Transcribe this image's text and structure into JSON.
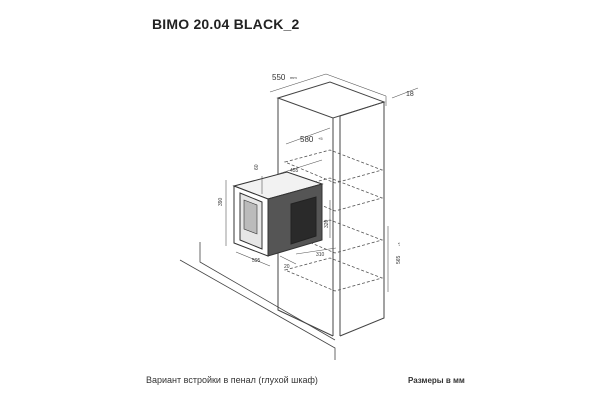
{
  "title": "BIMO 20.04 BLACK_2",
  "caption": "Вариант встройки в пенал (глухой шкаф)",
  "units_note": "Размеры в мм",
  "dims": {
    "cabinet_depth": "550",
    "cabinet_depth_unit": "mm",
    "side_thickness": "18",
    "niche_height": "580",
    "niche_height_tol": "+5",
    "top_offset": "60",
    "niche_depth": "455",
    "frame_height": "390",
    "body_height": "320",
    "body_depth": "310",
    "gap": "20",
    "frame_width": "595",
    "niche_width": "565",
    "niche_width_tol": "+5"
  }
}
